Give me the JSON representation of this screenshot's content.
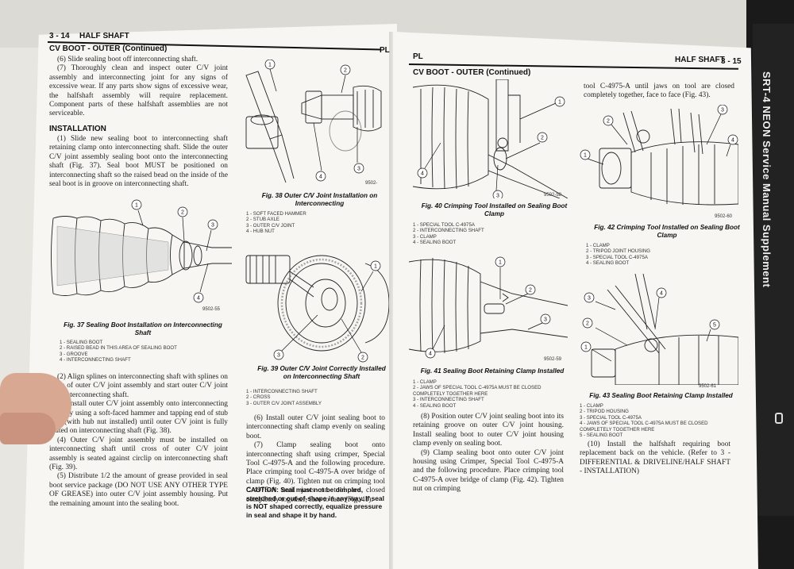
{
  "left_page": {
    "header_left": "3 - 14",
    "header_title": "HALF SHAFT",
    "header_right": "PL",
    "section_title": "CV BOOT - OUTER (Continued)",
    "paragraphs_top": [
      "(6) Slide sealing boot off interconnecting shaft.",
      "(7) Thoroughly clean and inspect outer C/V joint assembly and interconnecting joint for any signs of excessive wear. If any parts show signs of excessive wear, the halfshaft assembly will require replacement. Component parts of these halfshaft assemblies are not serviceable."
    ],
    "installation_heading": "INSTALLATION",
    "installation_para": "(1) Slide new sealing boot to interconnecting shaft retaining clamp onto interconnecting shaft. Slide the outer C/V joint assembly sealing boot onto the interconnecting shaft (Fig. 37). Seal boot MUST be positioned on interconnecting shaft so the raised bead on the inside of the seal boot is in groove on interconnecting shaft.",
    "paragraphs_bottom": [
      "(2) Align splines on interconnecting shaft with splines on cross of outer C/V joint assembly and start outer C/V joint onto interconnecting shaft.",
      "(3) Install outer C/V joint assembly onto interconnecting shaft by using a soft-faced hammer and tapping end of stub axle (with hub nut installed) until outer C/V joint is fully seated on interconnecting shaft (Fig. 38).",
      "(4) Outer C/V joint assembly must be installed on interconnecting shaft until cross of outer C/V joint assembly is seated against circlip on interconnecting shaft (Fig. 39).",
      "(5) Distribute 1/2 the amount of grease provided in seal boot service package (DO NOT USE ANY OTHER TYPE OF GREASE) into outer C/V joint assembly housing. Put the remaining amount into the sealing boot."
    ],
    "fig37": {
      "code": "9502-55",
      "caption": "Fig. 37 Sealing Boot Installation on Interconnecting Shaft",
      "callouts": [
        "1",
        "2",
        "3",
        "4"
      ],
      "legend": [
        "1 - SEALING BOOT",
        "2 - RAISED BEAD IN THIS AREA OF SEALING BOOT",
        "3 - GROOVE",
        "4 - INTERCONNECTING SHAFT"
      ]
    },
    "fig38": {
      "code": "9502-",
      "caption": "Fig. 38 Outer C/V Joint Installation on Interconnecting",
      "callouts": [
        "1",
        "2",
        "3",
        "4"
      ],
      "legend": [
        "1 - SOFT FACED HAMMER",
        "2 - STUB AXLE",
        "3 - OUTER C/V JOINT",
        "4 - HUB NUT"
      ]
    },
    "fig39": {
      "caption": "Fig. 39 Outer C/V Joint Correctly Installed on Interconnecting Shaft",
      "callouts": [
        "1",
        "2",
        "3"
      ],
      "legend": [
        "1 - INTERCONNECTING SHAFT",
        "2 - CROSS",
        "3 - OUTER C/V JOINT ASSEMBLY"
      ]
    },
    "col2_paragraphs": [
      "(6) Install outer C/V joint sealing boot to interconnecting shaft clamp evenly on sealing boot.",
      "(7) Clamp sealing boot onto interconnecting shaft using crimper, Special Tool C-4975-A and the following procedure. Place crimping tool C-4975-A over bridge of clamp (Fig. 40). Tighten nut on crimping tool C-4975-A until jaws on tool are closed completely together, face to face (Fig. 41)."
    ],
    "caution": "CAUTION: Seal must not be dimpled, stretched or out-of-shape in any way. If seal is NOT shaped correctly, equalize pressure in seal and shape it by hand."
  },
  "right_page": {
    "header_left": "PL",
    "header_title": "HALF SHAFT",
    "header_right": "3 - 15",
    "section_title": "CV BOOT - OUTER (Continued)",
    "fig40": {
      "code": "9502-58",
      "caption": "Fig. 40 Crimping Tool Installed on Sealing Boot Clamp",
      "callouts": [
        "1",
        "2",
        "3",
        "4"
      ],
      "legend": [
        "1 - SPECIAL TOOL C-4975A",
        "2 - INTERCONNECTING SHAFT",
        "3 - CLAMP",
        "4 - SEALING BOOT"
      ]
    },
    "fig41": {
      "code": "9502-59",
      "caption": "Fig. 41 Sealing Boot Retaining Clamp Installed",
      "callouts": [
        "1",
        "2",
        "3",
        "4"
      ],
      "legend": [
        "1 - CLAMP",
        "2 - JAWS OF SPECIAL TOOL C-4975A MUST BE CLOSED",
        "COMPLETELY TOGETHER HERE",
        "3 - INTERCONNECTING SHAFT",
        "4 - SEALING BOOT"
      ]
    },
    "fig42": {
      "code": "9502-60",
      "caption": "Fig. 42 Crimping Tool Installed on Sealing Boot Clamp",
      "callouts": [
        "1",
        "2",
        "3",
        "4"
      ],
      "legend": [
        "1 - CLAMP",
        "2 - TRIPOD JOINT HOUSING",
        "3 - SPECIAL TOOL C-4975A",
        "4 - SEALING BOOT"
      ]
    },
    "fig43": {
      "code": "9502-61",
      "caption": "Fig. 43 Sealing Boot Retaining Clamp Installed",
      "callouts": [
        "1",
        "2",
        "3",
        "4",
        "5"
      ],
      "legend": [
        "1 - CLAMP",
        "2 - TRIPOD HOUSING",
        "3 - SPECIAL TOOL C-4975A",
        "4 - JAWS OF SPECIAL TOOL C-4975A MUST BE CLOSED",
        "COMPLETELY TOGETHER HERE",
        "5 - SEALING BOOT"
      ]
    },
    "top_right_text": "tool C-4975-A until jaws on tool are closed completely together, face to face (Fig. 43).",
    "col1_paragraphs": [
      "(8) Position outer C/V joint sealing boot into its retaining groove on outer C/V joint housing. Install sealing boot to outer C/V joint housing clamp evenly on sealing boot.",
      "(9) Clamp sealing boot onto outer C/V joint housing using Crimper, Special Tool C-4975-A and the following procedure. Place crimping tool C-4975-A over bridge of clamp (Fig. 42). Tighten nut on crimping"
    ],
    "col2_paragraphs": [
      "(10) Install the halfshaft requiring boot replacement back on the vehicle. (Refer to 3 - DIFFERENTIAL & DRIVELINE/HALF SHAFT - INSTALLATION)"
    ]
  },
  "spine_text": "SRT-4 NEON Service Manual Supplement"
}
